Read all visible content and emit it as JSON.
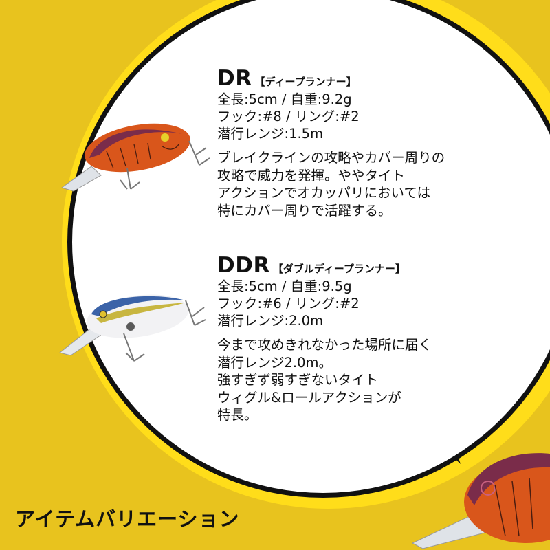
{
  "colors": {
    "background": "#E8C31E",
    "ring": "#FFDD1A",
    "bubble": "#FFFFFF",
    "outline": "#111111",
    "text": "#111111"
  },
  "products": [
    {
      "model": "DR",
      "subtitle": "【ディープランナー】",
      "specs": [
        "全長:5cm / 自重:9.2g",
        "フック:#8 / リング:#2",
        "潜行レンジ:1.5m"
      ],
      "description": [
        "ブレイクラインの攻略やカバー周りの",
        "攻略で威力を発揮。ややタイト",
        "アクションでオカッパリにおいては",
        "特にカバー周りで活躍する。"
      ],
      "image": "crawfish-crankbait-lure"
    },
    {
      "model": "DDR",
      "subtitle": "【ダブルディープランナー】",
      "specs": [
        "全長:5cm / 自重:9.5g",
        "フック:#6 / リング:#2",
        "潜行レンジ:2.0m"
      ],
      "description": [
        "今まで攻めきれなかった場所に届く",
        "潜行レンジ2.0m。",
        "強すぎず弱すぎないタイト",
        "ウィグル&ロールアクションが",
        "特長。"
      ],
      "image": "shad-crankbait-lure"
    }
  ],
  "footer": {
    "label": "アイテムバリエーション"
  }
}
